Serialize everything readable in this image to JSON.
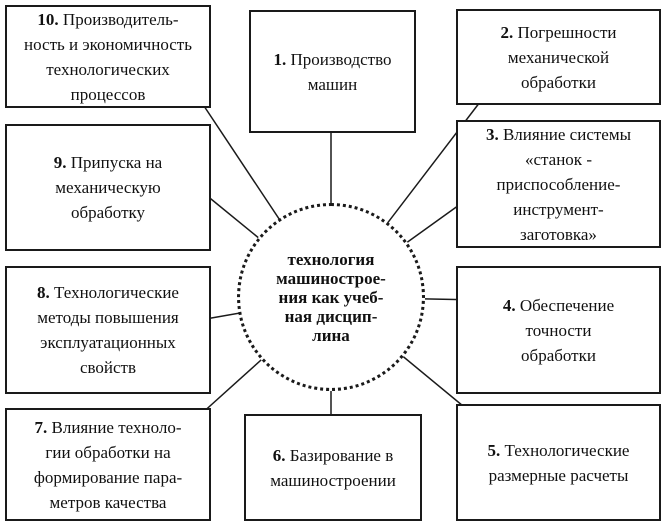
{
  "center": {
    "text": "технология\nмашинострое-\nния как учеб-\nная дисцип-\nлина"
  },
  "topics": [
    {
      "num": "1.",
      "text": "Производство\nмашин"
    },
    {
      "num": "2.",
      "text": "Погрешности\nмеханической\nобработки"
    },
    {
      "num": "3.",
      "text": "Влияние системы\n«станок -\nприспособление-\nинструмент-\nзаготовка»"
    },
    {
      "num": "4.",
      "text": "Обеспечение\nточности\nобработки"
    },
    {
      "num": "5.",
      "text": "Технологические\nразмерные расчеты"
    },
    {
      "num": "6.",
      "text": "Базирование в\nмашиностроении"
    },
    {
      "num": "7.",
      "text": "Влияние техноло-\nгии обработки на\nформирование пара-\nметров качества"
    },
    {
      "num": "8.",
      "text": "Технологические\nметоды повышения\nэксплуатационных\nсвойств"
    },
    {
      "num": "9.",
      "text": "Припуска на\nмеханическую\nобработку"
    },
    {
      "num": "10.",
      "text": "Производитель-\nность и экономичность\nтехнологических\nпроцессов"
    }
  ]
}
